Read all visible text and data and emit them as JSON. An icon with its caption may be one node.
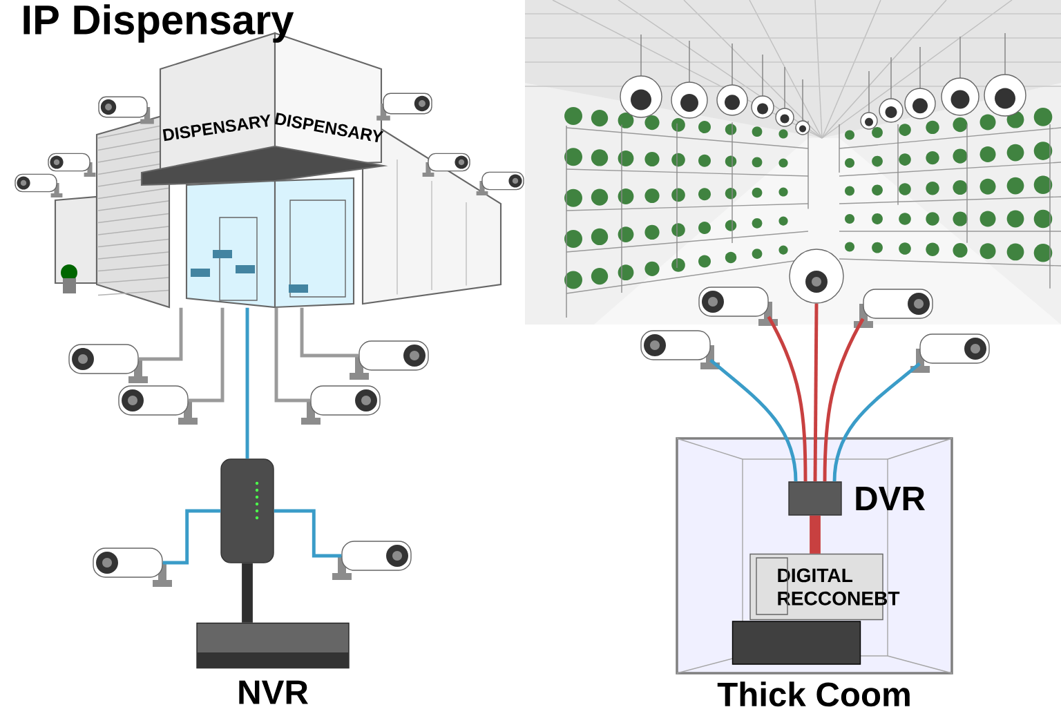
{
  "diagram": {
    "title": "IP Dispensary",
    "nodes": [
      {
        "text": [
          "DISPENSARY",
          "DISPENSARY"
        ]
      },
      {
        "text": [],
        "shape": "picture"
      },
      {
        "text": [],
        "shape": "picture"
      },
      {
        "text": [],
        "shape": "picture"
      },
      {
        "text": [],
        "shape": "picture"
      },
      {
        "text": [],
        "shape": "box"
      },
      {
        "text": [],
        "shape": "picture"
      },
      {
        "text": [],
        "shape": "picture"
      },
      {
        "text": [
          "NVR"
        ]
      },
      {
        "text": [
          "Thick Coom"
        ]
      },
      {
        "text": [
          "DVR"
        ],
        "in": 9
      },
      {
        "text": [
          "DIGITAL RECCONEBT"
        ],
        "in": 9
      },
      {
        "text": [],
        "shape": "picture"
      },
      {
        "text": [],
        "shape": "picture"
      },
      {
        "text": [],
        "shape": "picture"
      },
      {
        "text": [],
        "shape": "picture"
      },
      {
        "text": [],
        "shape": "picture"
      },
      {
        "text": [],
        "shape": "box",
        "in": 9
      }
    ],
    "edges": [
      {
        "from": 1,
        "to": 0,
        "arrow": "none",
        "color": "#9a9a9a"
      },
      {
        "from": 2,
        "to": 0,
        "arrow": "none",
        "color": "#9a9a9a"
      },
      {
        "from": 3,
        "to": 0,
        "arrow": "none",
        "color": "#9a9a9a"
      },
      {
        "from": 4,
        "to": 0,
        "arrow": "none",
        "color": "#9a9a9a"
      },
      {
        "from": 0,
        "to": 5,
        "arrow": "none",
        "color": "#3a9cc8"
      },
      {
        "from": 5,
        "to": 6,
        "arrow": "none",
        "color": "#3a9cc8"
      },
      {
        "from": 5,
        "to": 7,
        "arrow": "none",
        "color": "#3a9cc8"
      },
      {
        "from": 5,
        "to": 8,
        "arrow": "none",
        "style": "thick",
        "color": "#2f2f2f"
      },
      {
        "from": 12,
        "to": 10,
        "arrow": "none",
        "color": "#3a9cc8"
      },
      {
        "from": 13,
        "to": 10,
        "arrow": "none",
        "color": "#c84040"
      },
      {
        "from": 14,
        "to": 10,
        "arrow": "none",
        "color": "#c84040"
      },
      {
        "from": 15,
        "to": 10,
        "arrow": "none",
        "color": "#c84040"
      },
      {
        "from": 16,
        "to": 10,
        "arrow": "none",
        "color": "#3a9cc8"
      },
      {
        "from": 10,
        "to": 11,
        "arrow": "none",
        "style": "thick",
        "color": "#c84040"
      }
    ]
  }
}
